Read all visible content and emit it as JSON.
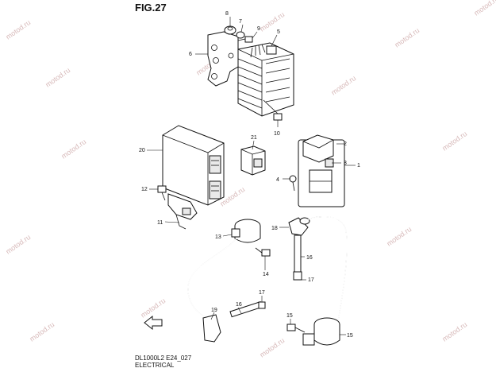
{
  "figure": {
    "title": "FIG.27",
    "model_code": "DL1000L2 E24_027",
    "section": "ELECTRICAL"
  },
  "watermark": "motod.ru",
  "callouts": [
    "1",
    "2",
    "3",
    "4",
    "5",
    "6",
    "7",
    "8",
    "9",
    "10",
    "11",
    "12",
    "13",
    "14",
    "15",
    "15",
    "16",
    "17",
    "17",
    "18",
    "19",
    "20",
    "21"
  ],
  "icons": {
    "arrow": "front-direction-arrow-icon"
  }
}
